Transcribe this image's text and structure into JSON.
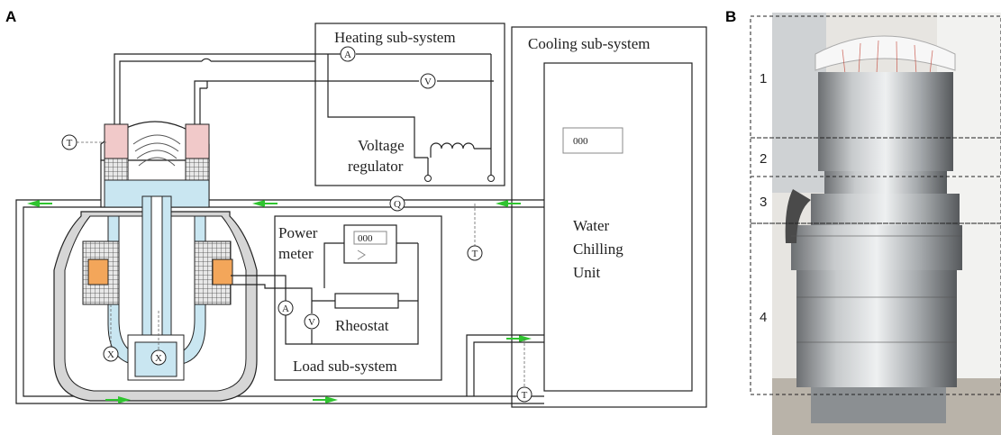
{
  "panels": {
    "a": "A",
    "b": "B"
  },
  "subsystems": {
    "heating": "Heating sub-system",
    "cooling": "Cooling sub-system",
    "load": "Load sub-system"
  },
  "components": {
    "voltage_regulator_line1": "Voltage",
    "voltage_regulator_line2": "regulator",
    "power_meter_line1": "Power",
    "power_meter_line2": "meter",
    "power_meter_display": "000",
    "rheostat": "Rheostat",
    "chiller_display": "000",
    "chiller_line1": "Water",
    "chiller_line2": "Chilling",
    "chiller_line3": "Unit"
  },
  "meters": {
    "ammeter": "A",
    "voltmeter": "V",
    "thermometer": "T",
    "flowmeter": "Q",
    "x_sensor": "X"
  },
  "photo_segments": [
    "1",
    "2",
    "3",
    "4"
  ],
  "colors": {
    "flow_arrow": "#2fc42f",
    "coil_copper": "#f1c9c9",
    "coil_orange": "#f3a65a",
    "shell_fill": "#c9e6f1",
    "casing_fill": "#d6d6d6"
  }
}
